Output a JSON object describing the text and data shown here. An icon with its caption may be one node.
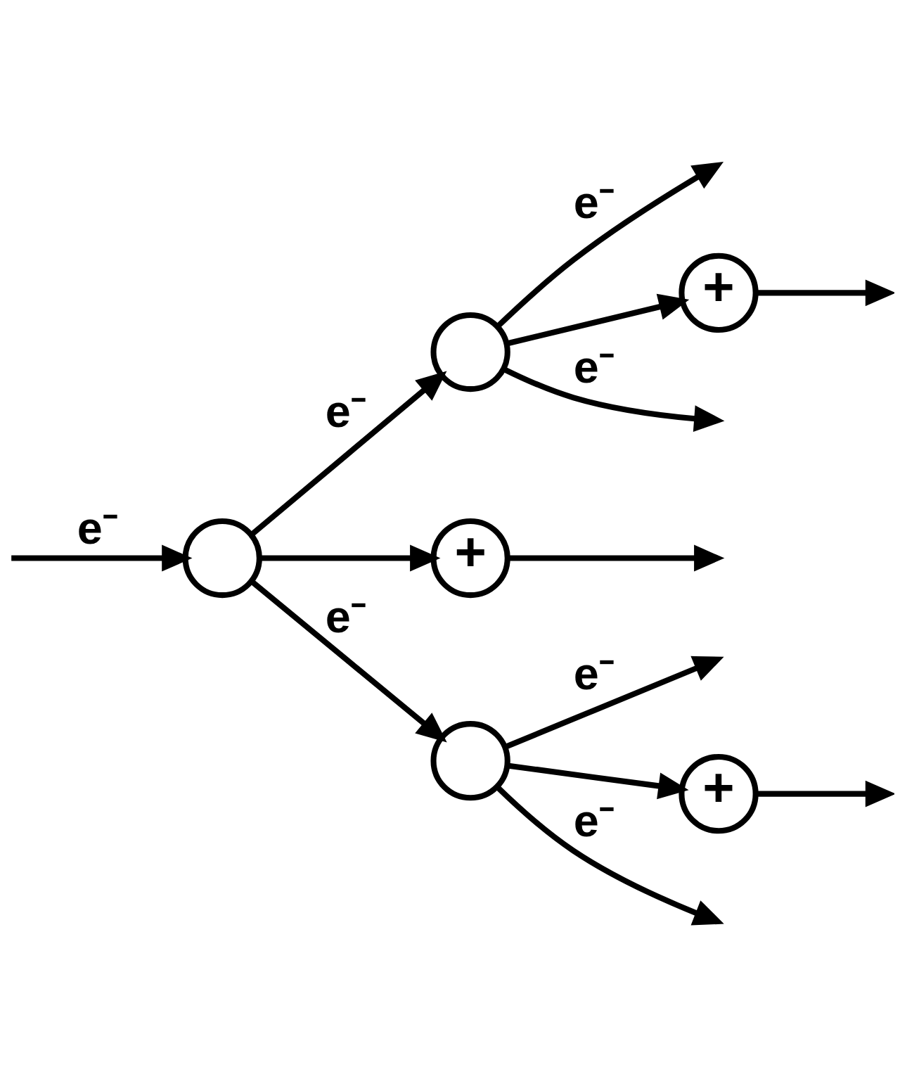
{
  "diagram": {
    "nodes": [
      {
        "text": [],
        "shape": "circle"
      },
      {
        "text": [],
        "shape": "circle"
      },
      {
        "text": [
          "+"
        ]
      },
      {
        "text": [
          "+"
        ]
      },
      {
        "text": [],
        "shape": "circle"
      },
      {
        "text": [
          "+"
        ]
      }
    ],
    "edges": [
      {
        "from": null,
        "to": 0,
        "arrow": "to",
        "label": "e⁻"
      },
      {
        "from": 0,
        "to": 1,
        "arrow": "to",
        "label": "e⁻"
      },
      {
        "from": 0,
        "to": 2,
        "arrow": "to"
      },
      {
        "from": 0,
        "to": 4,
        "arrow": "to",
        "label": "e⁻"
      },
      {
        "from": 2,
        "to": null,
        "arrow": "to"
      },
      {
        "from": 1,
        "to": null,
        "arrow": "to",
        "label": "e⁻"
      },
      {
        "from": 1,
        "to": 3,
        "arrow": "to"
      },
      {
        "from": 1,
        "to": null,
        "arrow": "to",
        "label": "e⁻"
      },
      {
        "from": 3,
        "to": null,
        "arrow": "to"
      },
      {
        "from": 4,
        "to": null,
        "arrow": "to",
        "label": "e⁻"
      },
      {
        "from": 4,
        "to": null,
        "arrow": "to",
        "label": "e⁻"
      },
      {
        "from": 4,
        "to": 5,
        "arrow": "to"
      },
      {
        "from": 5,
        "to": null,
        "arrow": "to"
      }
    ]
  }
}
